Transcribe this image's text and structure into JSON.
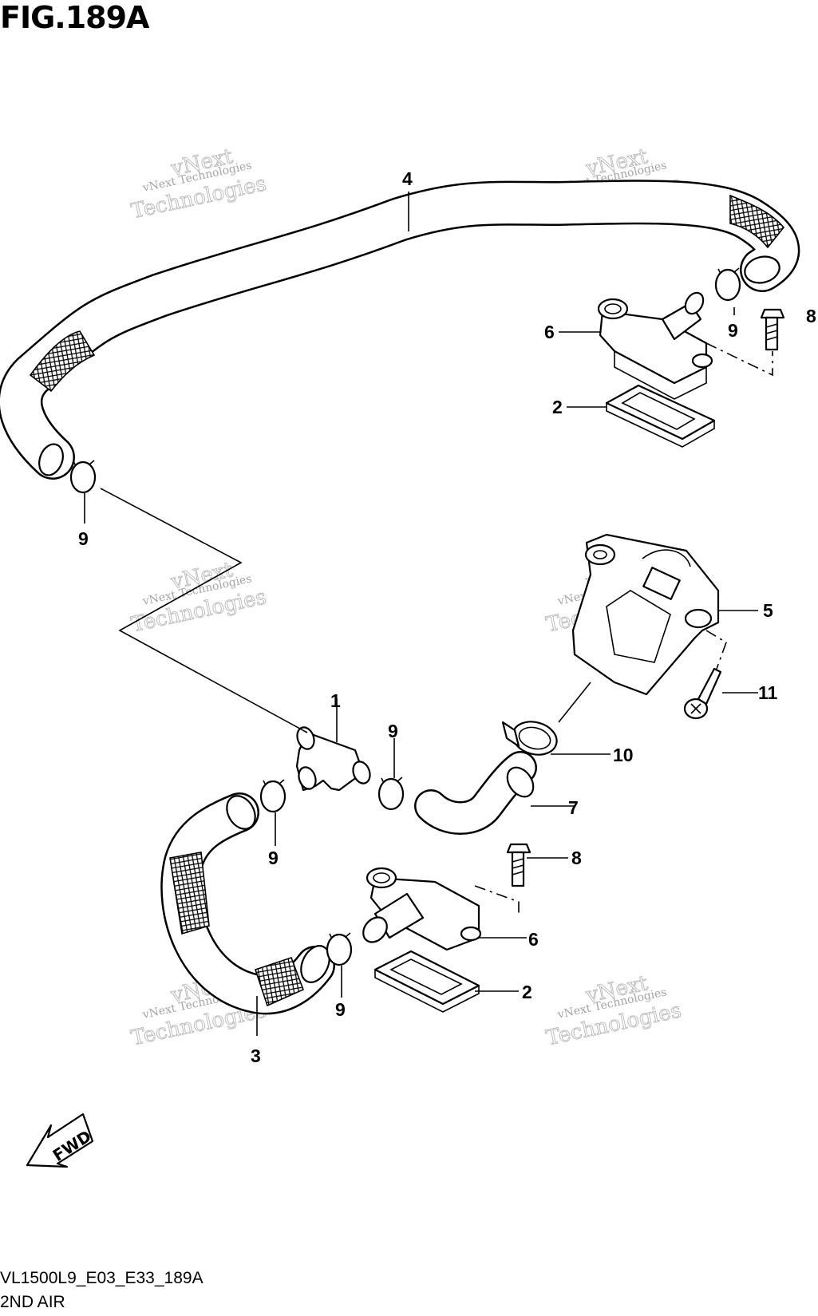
{
  "figure": {
    "title": "FIG.189A",
    "code": "VL1500L9_E03_E33_189A",
    "name": "2ND AIR",
    "fwd_label": "FWD"
  },
  "watermark": {
    "line1": "vNext Technologies",
    "line2": "vNext",
    "line3": "Technologies"
  },
  "callouts": {
    "c1": "1",
    "c2a": "2",
    "c2b": "2",
    "c3": "3",
    "c4": "4",
    "c5": "5",
    "c6a": "6",
    "c6b": "6",
    "c7": "7",
    "c8a": "8",
    "c8b": "8",
    "c9a": "9",
    "c9b": "9",
    "c9c": "9",
    "c9d": "9",
    "c9e": "9",
    "c10": "10",
    "c11": "11"
  },
  "icons": [
    "pipe-hose-icon",
    "clamp-icon",
    "bolt-icon",
    "screw-icon",
    "reed-valve-icon",
    "gasket-icon",
    "control-valve-icon",
    "joint-icon",
    "fwd-arrow-icon"
  ]
}
